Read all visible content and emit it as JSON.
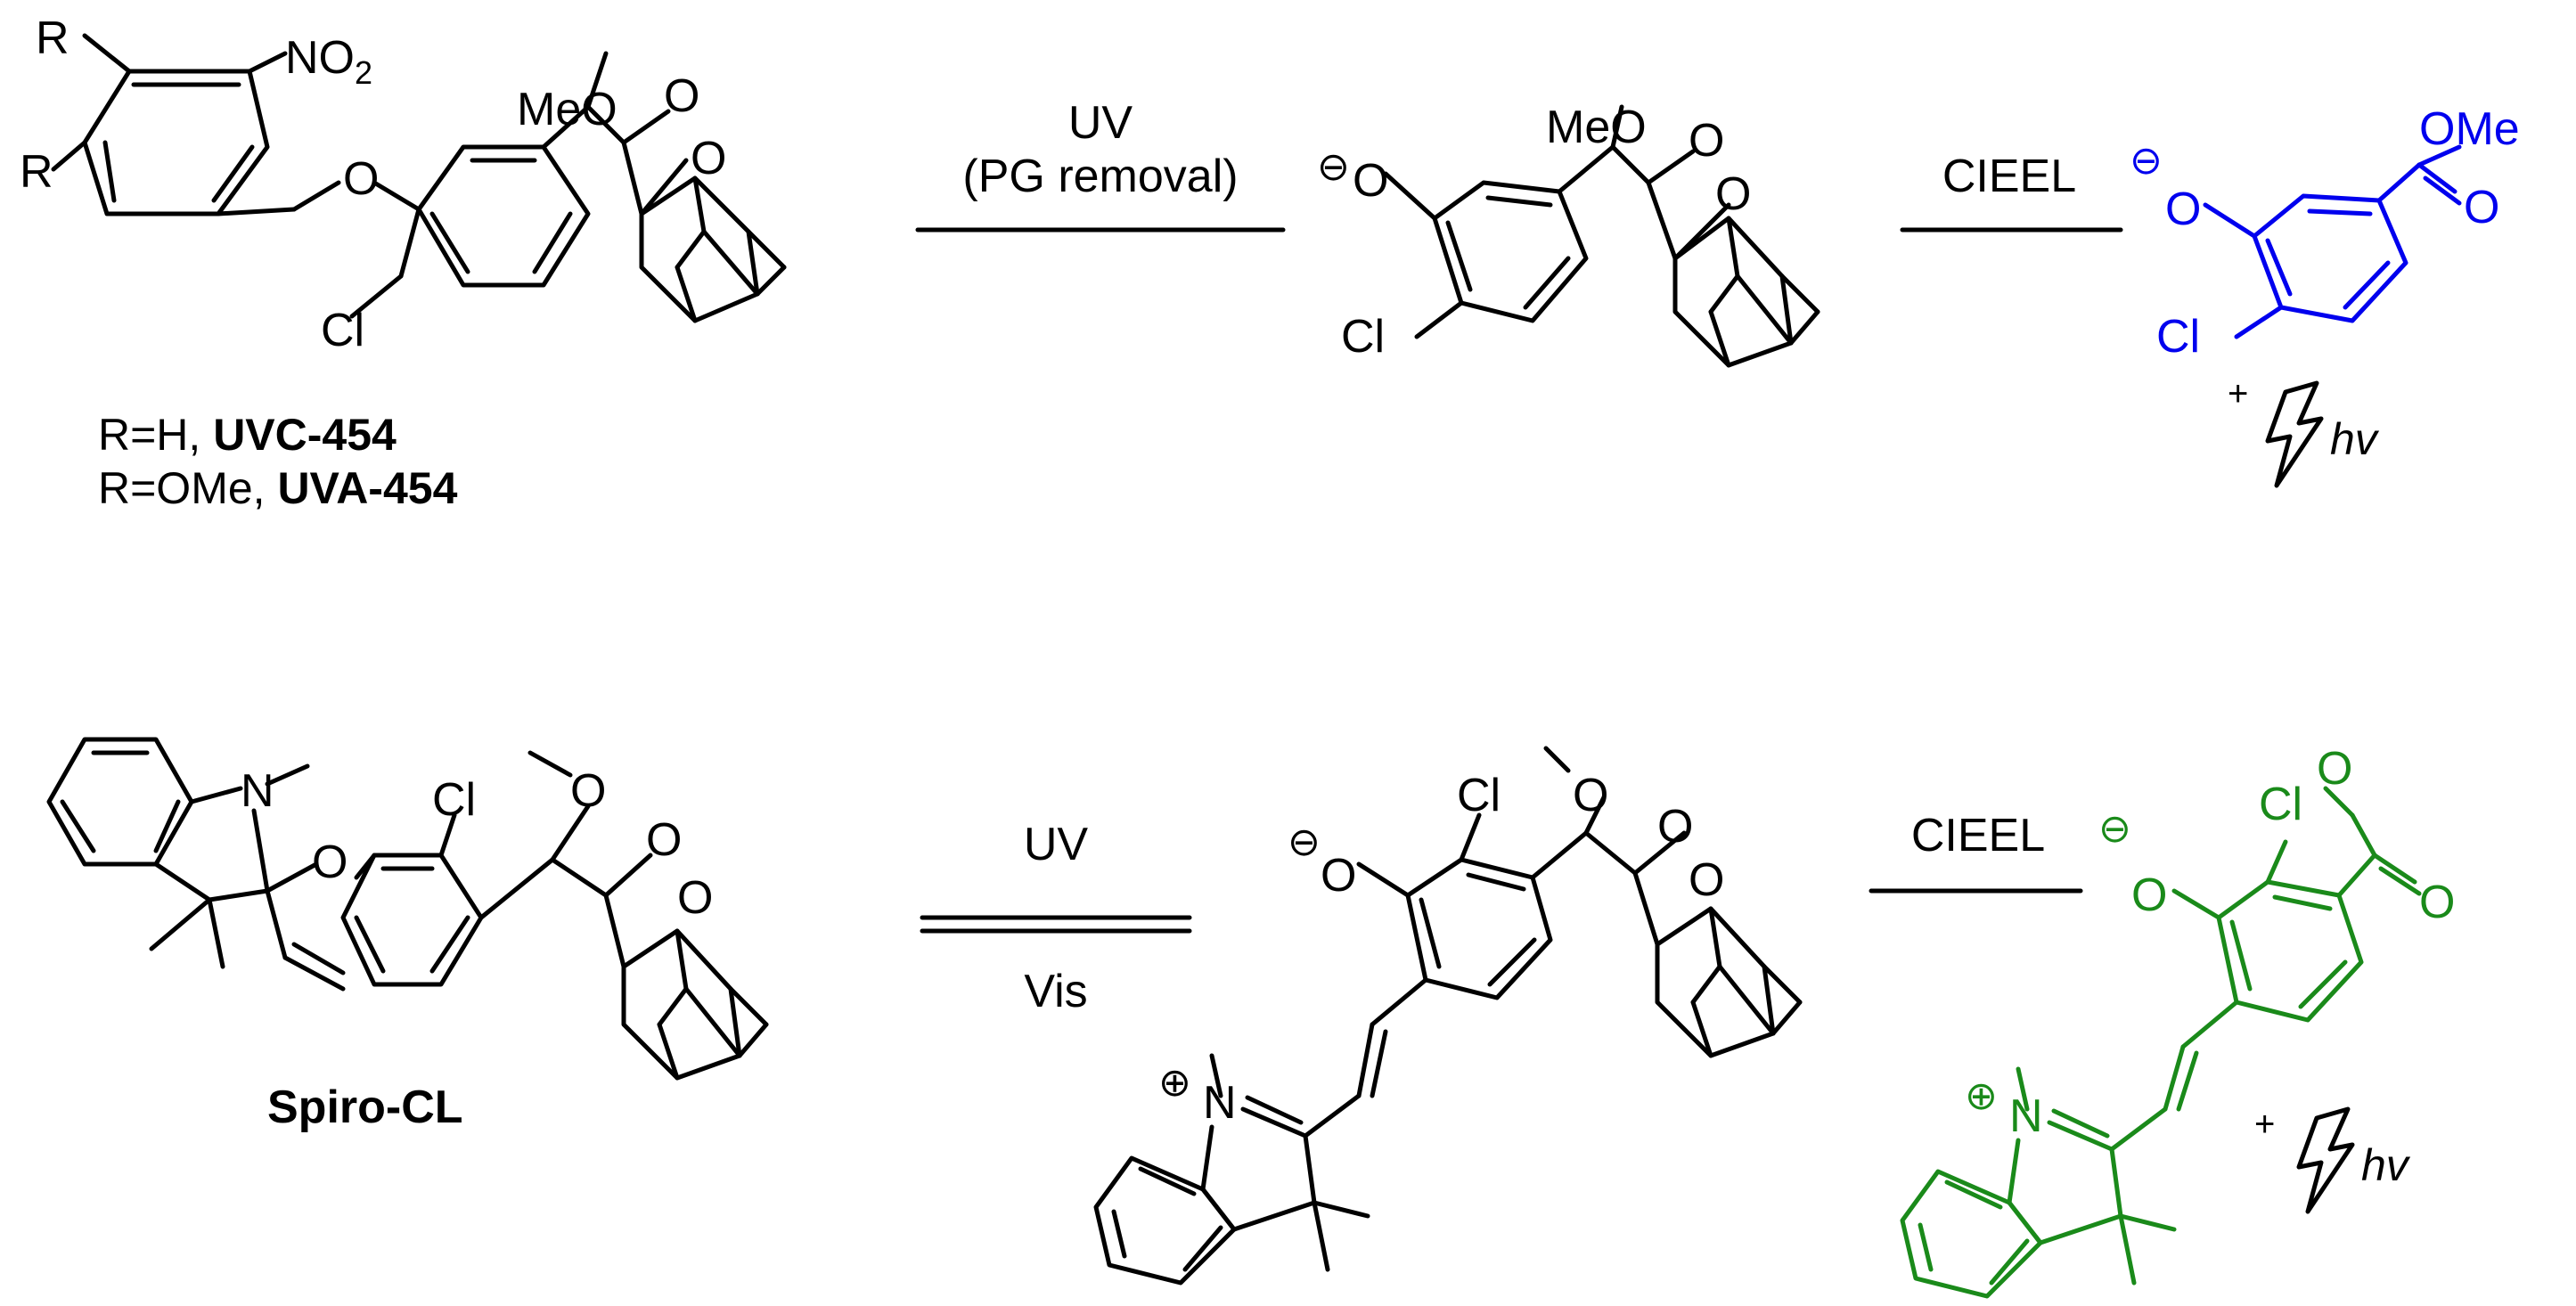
{
  "colors": {
    "product1": "#0000ee",
    "product2": "#1a8a1a",
    "bolt1": "#1f5cff",
    "bolt2": "#33ee33"
  },
  "top": {
    "r_label": "R",
    "r_label2": "R",
    "no2": "NO",
    "no2_sub": "2",
    "o_link": "O",
    "cl": "Cl",
    "meo": "MeO",
    "o1": "O",
    "o2": "O",
    "caption_line1_plain": "R=H, ",
    "caption_line1_bold": "UVC-454",
    "caption_line2_plain": "R=OMe, ",
    "caption_line2_bold": "UVA-454",
    "arrow1_top": "UV",
    "arrow1_bottom": "(PG removal)",
    "int_o": "O",
    "int_cl": "Cl",
    "int_meo": "MeO",
    "int_o1": "O",
    "int_o2": "O",
    "arrow2_label": "CIEEL",
    "prod_o": "O",
    "prod_cl": "Cl",
    "prod_ome": "OMe",
    "prod_o_carbonyl": "O",
    "plus": "+",
    "hv": "hv",
    "minus": "⊖"
  },
  "bottom": {
    "sp_n": "N",
    "sp_o": "O",
    "sp_cl": "Cl",
    "sp_o_me": "O",
    "sp_o1": "O",
    "sp_o2": "O",
    "sp_name": "Spiro-CL",
    "eq_top": "UV",
    "eq_bottom": "Vis",
    "mc_o": "O",
    "mc_cl": "Cl",
    "mc_o_me": "O",
    "mc_o1": "O",
    "mc_o2": "O",
    "mc_n": "N",
    "arrow_label": "CIEEL",
    "gp_o": "O",
    "gp_cl": "Cl",
    "gp_o_me": "O",
    "gp_o_carbonyl": "O",
    "gp_n": "N",
    "plus": "+",
    "hv": "hv",
    "minus": "⊖",
    "plus_charge": "⊕"
  }
}
